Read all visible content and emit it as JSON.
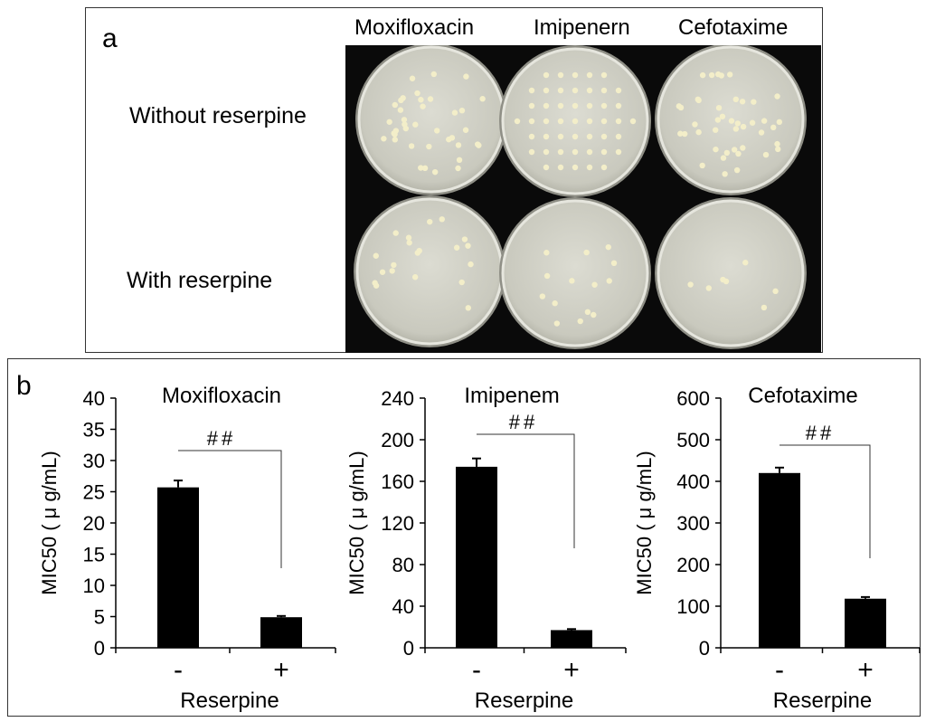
{
  "panel_a": {
    "letter": "a",
    "columns": [
      "Moxifloxacin",
      "Imipenern",
      "Cefotaxime"
    ],
    "rows": [
      "Without reserpine",
      "With reserpine"
    ]
  },
  "panel_b": {
    "letter": "b"
  },
  "chart_data": [
    {
      "type": "bar",
      "title": "Moxifloxacin",
      "categories": [
        "-",
        "+"
      ],
      "values": [
        25.7,
        4.9
      ],
      "errors": [
        1.1,
        0.2
      ],
      "xlabel": "Reserpine",
      "ylabel": "MIC50 ( μ g/mL)",
      "ylim": [
        0,
        40
      ],
      "yticks": [
        0,
        5,
        10,
        15,
        20,
        25,
        30,
        35,
        40
      ],
      "significance": "##"
    },
    {
      "type": "bar",
      "title": "Imipenem",
      "categories": [
        "-",
        "+"
      ],
      "values": [
        174,
        17
      ],
      "errors": [
        8,
        1
      ],
      "xlabel": "Reserpine",
      "ylabel": "MIC50 ( μ g/mL)",
      "ylim": [
        0,
        240
      ],
      "yticks": [
        0,
        40,
        80,
        120,
        160,
        200,
        240
      ],
      "significance": "##"
    },
    {
      "type": "bar",
      "title": "Cefotaxime",
      "categories": [
        "-",
        "+"
      ],
      "values": [
        420,
        118
      ],
      "errors": [
        13,
        4
      ],
      "xlabel": "Reserpine",
      "ylabel": "MIC50 ( μ g/mL)",
      "ylim": [
        0,
        600
      ],
      "yticks": [
        0,
        100,
        200,
        300,
        400,
        500,
        600
      ],
      "significance": "##"
    }
  ]
}
